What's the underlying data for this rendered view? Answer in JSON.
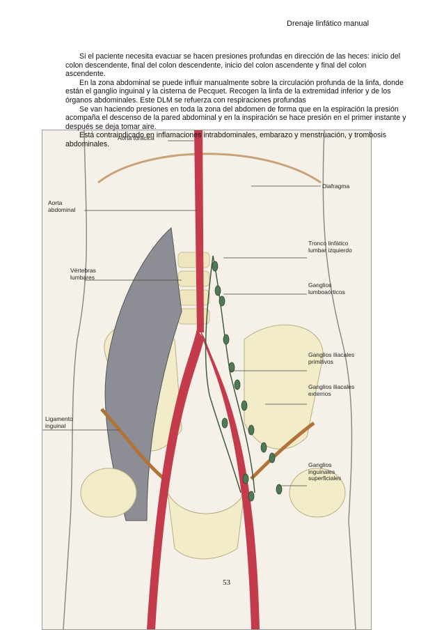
{
  "header": {
    "running_title": "Drenaje linfático manual"
  },
  "body": {
    "paragraphs": [
      "Si el paciente necesita evacuar se hacen presiones profundas en dirección de las heces: inicio del colon descendente, final del colon descendente, inicio del colon ascendente y final del colon ascendente.",
      "En la zona abdominal se puede influir manualmente sobre la circulación profunda de la linfa, donde están el ganglio inguinal y la cisterna de Pecquet. Recogen la linfa de la extremidad inferior y de los órganos abdominales. Este DLM se refuerza con respiraciones profundas",
      "Se van haciendo presiones en toda la zona del abdomen de forma que en la espiración la presión acompaña el descenso de la pared abdominal y en la inspiración se hace presión en el primer instante y después se deja tomar aire.",
      "Está contraindicado en inflamaciones intrabdominales, embarazo y menstruación, y trombosis abdominales."
    ]
  },
  "figure": {
    "labels": {
      "aorta_toracica": "Aorta torácica",
      "diafragma": "Diafragma",
      "aorta_abdominal": "Aorta abdominal",
      "tronco_linfatico": "Tronco linfático lumbar izquierdo",
      "vertebras": "Vértebras lumbares",
      "ganglios_lumboaorticos": "Ganglios lumboaórticos",
      "ganglios_iliacales_primitivos": "Ganglios iliacales primitivos",
      "ganglios_iliacales_externos": "Ganglios iliacales externos",
      "ligamento_inguinal": "Ligamento inguinal",
      "ganglios_inguinales": "Ganglios inguinales superficiales"
    },
    "page_number": "53"
  }
}
